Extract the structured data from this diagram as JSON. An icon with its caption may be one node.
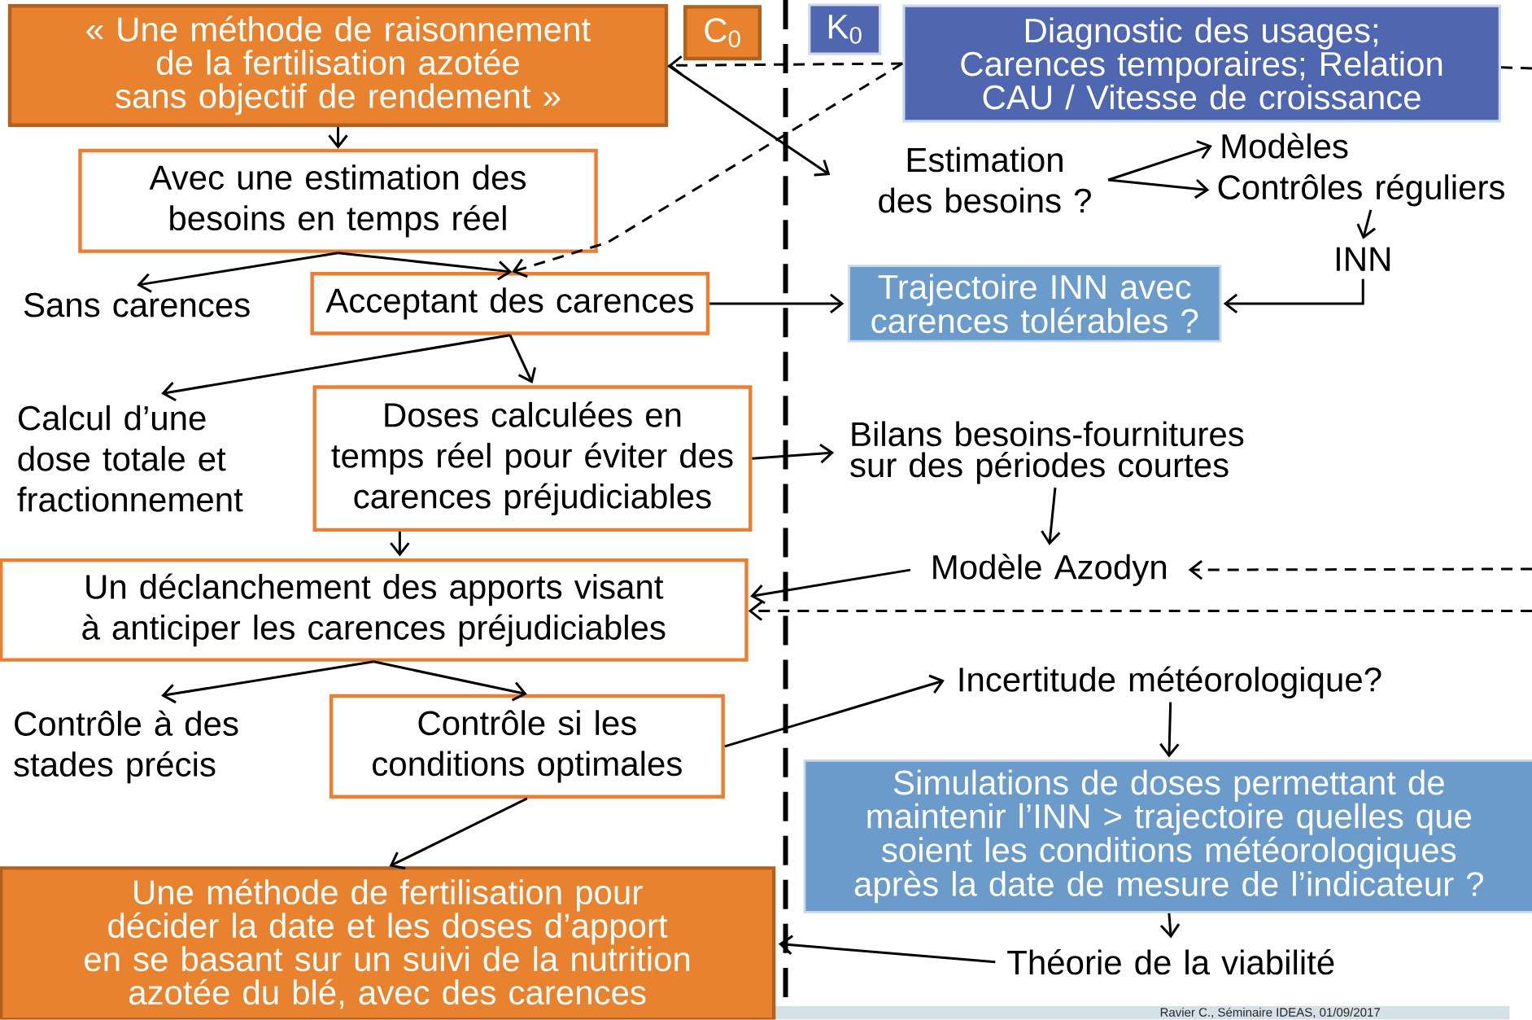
{
  "diagram": {
    "nodes": [
      {
        "text": [
          "« Une méthode de raisonnement de la fertilisation azotée sans objectif de rendement »"
        ]
      },
      {
        "text": [
          "C$_{0}$"
        ]
      },
      {
        "text": [
          "K$_{0}$"
        ]
      },
      {
        "text": [
          "Diagnostic des usages; Carences temporaires; Relation CAU / Vitesse de croissance"
        ]
      },
      {
        "text": [
          "Avec une estimation des besoins en temps réel"
        ]
      },
      {
        "text": [
          "Sans carences"
        ]
      },
      {
        "text": [
          "Acceptant des carences"
        ]
      },
      {
        "text": [
          "Estimation des besoins ?"
        ]
      },
      {
        "text": [
          "Modèles"
        ]
      },
      {
        "text": [
          "Contrôles réguliers"
        ]
      },
      {
        "text": [
          "INN"
        ]
      },
      {
        "text": [
          "Trajectoire INN avec carences tolérables ?"
        ]
      },
      {
        "text": [
          "Calcul d’une dose totale et fractionnement"
        ]
      },
      {
        "text": [
          "Doses calculées en temps réel pour éviter des carences préjudiciables"
        ]
      },
      {
        "text": [
          "Bilans besoins-fournitures sur des périodes courtes"
        ]
      },
      {
        "text": [
          "Modèle Azodyn"
        ]
      },
      {
        "text": [
          "Un déclanchement des apports visant à anticiper les carences préjudiciables"
        ]
      },
      {
        "text": [
          "Contrôle à des stades précis"
        ]
      },
      {
        "text": [
          "Contrôle si les conditions optimales"
        ]
      },
      {
        "text": [
          "Incertitude météorologique?"
        ]
      },
      {
        "text": [
          "Simulations de doses permettant de maintenir l’INN > trajectoire quelles que soient les conditions météorologiques après la date de mesure de l’indicateur ?"
        ]
      },
      {
        "text": [
          "Une méthode de fertilisation pour décider la date et les doses d’apport en se basant sur un suivi de la nutrition azotée du blé, avec des carences"
        ]
      },
      {
        "text": [
          "Théorie de la viabilité"
        ]
      }
    ],
    "edges": [
      {
        "from": 0,
        "to": 4,
        "arrow": "to"
      },
      {
        "from": 0,
        "to": 7,
        "arrow": "to"
      },
      {
        "from": 3,
        "to": 0,
        "arrow": "to",
        "style": "dashed"
      },
      {
        "from": 3,
        "to": 6,
        "arrow": "to",
        "style": "dashed"
      },
      {
        "from": 3,
        "to": null,
        "arrow": "none",
        "style": "dashed"
      },
      {
        "from": null,
        "to": 15,
        "arrow": "to",
        "style": "dashed"
      },
      {
        "from": null,
        "to": 16,
        "arrow": "to",
        "style": "dashed"
      },
      {
        "from": 4,
        "to": 5,
        "arrow": "to"
      },
      {
        "from": 4,
        "to": 6,
        "arrow": "to"
      },
      {
        "from": 6,
        "to": 11,
        "arrow": "to"
      },
      {
        "from": 6,
        "to": 12,
        "arrow": "to"
      },
      {
        "from": 6,
        "to": 13,
        "arrow": "to"
      },
      {
        "from": 7,
        "to": 8,
        "arrow": "to"
      },
      {
        "from": 7,
        "to": 9,
        "arrow": "to"
      },
      {
        "from": 9,
        "to": 10,
        "arrow": "to"
      },
      {
        "from": 10,
        "to": 11,
        "arrow": "to"
      },
      {
        "from": 13,
        "to": 14,
        "arrow": "to"
      },
      {
        "from": 13,
        "to": 16,
        "arrow": "to"
      },
      {
        "from": 14,
        "to": 15,
        "arrow": "to"
      },
      {
        "from": 15,
        "to": 16,
        "arrow": "to"
      },
      {
        "from": 16,
        "to": 17,
        "arrow": "to"
      },
      {
        "from": 16,
        "to": 18,
        "arrow": "to"
      },
      {
        "from": 18,
        "to": 19,
        "arrow": "to"
      },
      {
        "from": 18,
        "to": 21,
        "arrow": "to"
      },
      {
        "from": 19,
        "to": 20,
        "arrow": "to"
      },
      {
        "from": 20,
        "to": 22,
        "arrow": "to"
      },
      {
        "from": 22,
        "to": 21,
        "arrow": "to"
      }
    ],
    "labels": [
      "Ravier C., Séminaire IDEAS, 01/09/2017"
    ]
  }
}
